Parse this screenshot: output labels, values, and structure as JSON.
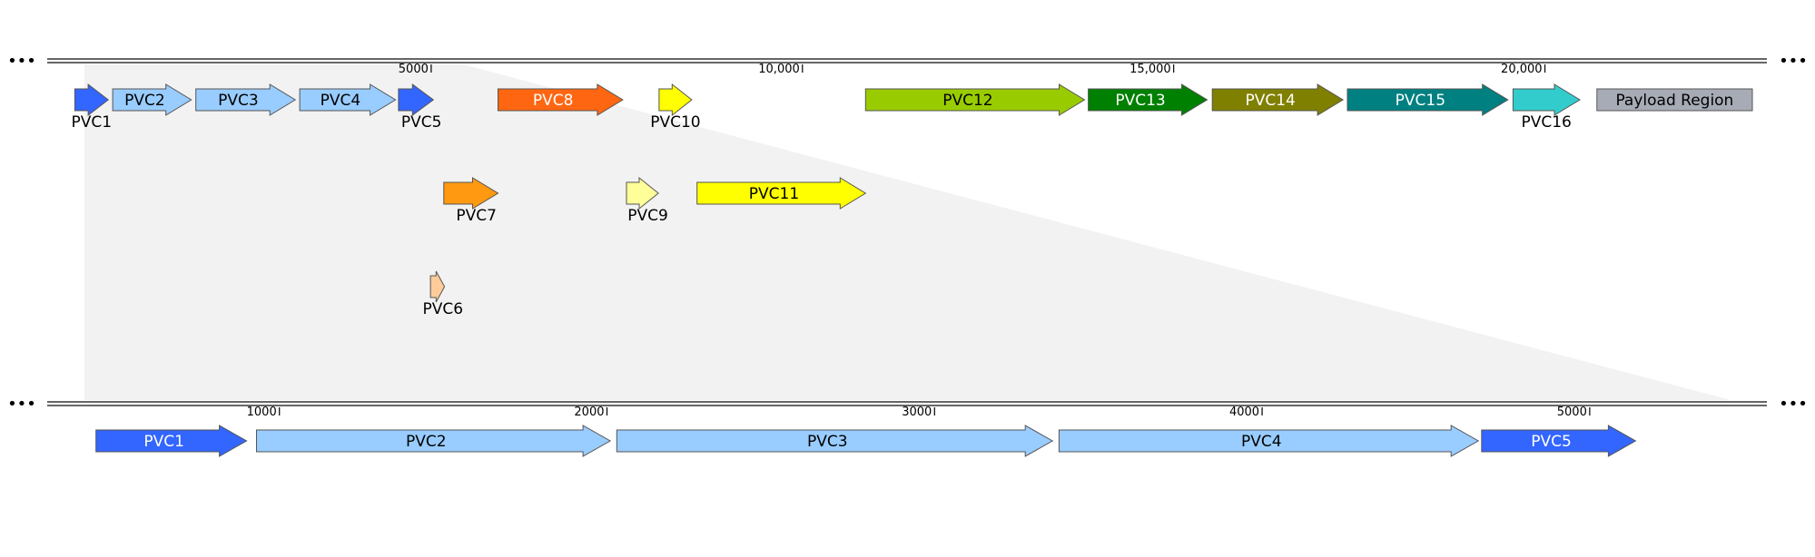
{
  "colors": {
    "track_line": "#333333",
    "zoom_fill": "#f2f2f2",
    "arrow_stroke": "#555555"
  },
  "top_track": {
    "ellipsis_left": "•••",
    "ellipsis_right": "•••",
    "scale": {
      "start": 0,
      "end": 22500
    },
    "ticks": [
      {
        "pos": 5000,
        "label": "5000"
      },
      {
        "pos": 10000,
        "label": "10,000"
      },
      {
        "pos": 15000,
        "label": "15,000"
      },
      {
        "pos": 20000,
        "label": "20,000"
      }
    ],
    "features": [
      {
        "id": "pvc1-top",
        "label": "PVC1",
        "start": 200,
        "end": 650,
        "row": 0,
        "label_pos": "below",
        "color": "#3366ff",
        "text_color": "#000000",
        "shape": "arrow"
      },
      {
        "id": "pvc2-top",
        "label": "PVC2",
        "start": 710,
        "end": 1770,
        "row": 0,
        "label_pos": "inside",
        "color": "#99ccff",
        "text_color": "#000000",
        "shape": "arrow"
      },
      {
        "id": "pvc3-top",
        "label": "PVC3",
        "start": 1830,
        "end": 3170,
        "row": 0,
        "label_pos": "inside",
        "color": "#99ccff",
        "text_color": "#000000",
        "shape": "arrow"
      },
      {
        "id": "pvc4-top",
        "label": "PVC4",
        "start": 3230,
        "end": 4520,
        "row": 0,
        "label_pos": "inside",
        "color": "#99ccff",
        "text_color": "#000000",
        "shape": "arrow"
      },
      {
        "id": "pvc5-top",
        "label": "PVC5",
        "start": 4560,
        "end": 5030,
        "row": 0,
        "label_pos": "below",
        "color": "#3366ff",
        "text_color": "#000000",
        "shape": "arrow"
      },
      {
        "id": "pvc6",
        "label": "PVC6",
        "start": 4990,
        "end": 5180,
        "row": 2,
        "label_pos": "below",
        "color": "#ffcc99",
        "text_color": "#000000",
        "shape": "arrow"
      },
      {
        "id": "pvc7",
        "label": "PVC7",
        "start": 5170,
        "end": 5900,
        "row": 1,
        "label_pos": "below",
        "color": "#ff9911",
        "text_color": "#000000",
        "shape": "arrow"
      },
      {
        "id": "pvc8",
        "label": "PVC8",
        "start": 5900,
        "end": 7580,
        "row": 0,
        "label_pos": "inside",
        "color": "#ff6611",
        "text_color": "#ffffff",
        "shape": "arrow"
      },
      {
        "id": "pvc9",
        "label": "PVC9",
        "start": 7630,
        "end": 8060,
        "row": 1,
        "label_pos": "below",
        "color": "#ffff99",
        "text_color": "#000000",
        "shape": "arrow"
      },
      {
        "id": "pvc10",
        "label": "PVC10",
        "start": 8070,
        "end": 8510,
        "row": 0,
        "label_pos": "below",
        "color": "#ffff00",
        "text_color": "#000000",
        "shape": "arrow"
      },
      {
        "id": "pvc11",
        "label": "PVC11",
        "start": 8580,
        "end": 10850,
        "row": 1,
        "label_pos": "inside",
        "color": "#ffff00",
        "text_color": "#000000",
        "shape": "arrow"
      },
      {
        "id": "pvc12",
        "label": "PVC12",
        "start": 10850,
        "end": 13800,
        "row": 0,
        "label_pos": "inside",
        "color": "#99cc00",
        "text_color": "#000000",
        "shape": "arrow"
      },
      {
        "id": "pvc13",
        "label": "PVC13",
        "start": 13850,
        "end": 15450,
        "row": 0,
        "label_pos": "inside",
        "color": "#008000",
        "text_color": "#ffffff",
        "shape": "arrow"
      },
      {
        "id": "pvc14",
        "label": "PVC14",
        "start": 15520,
        "end": 17280,
        "row": 0,
        "label_pos": "inside",
        "color": "#808000",
        "text_color": "#ffffff",
        "shape": "arrow"
      },
      {
        "id": "pvc15",
        "label": "PVC15",
        "start": 17340,
        "end": 19500,
        "row": 0,
        "label_pos": "inside",
        "color": "#008080",
        "text_color": "#ffffff",
        "shape": "arrow"
      },
      {
        "id": "pvc16",
        "label": "PVC16",
        "start": 19570,
        "end": 20470,
        "row": 0,
        "label_pos": "below",
        "color": "#33cccc",
        "text_color": "#000000",
        "shape": "arrow"
      },
      {
        "id": "payload-region",
        "label": "Payload Region",
        "start": 20700,
        "end": 23700,
        "row": 0,
        "label_pos": "inside",
        "color": "#a6abb5",
        "text_color": "#000000",
        "shape": "box"
      }
    ]
  },
  "bottom_track": {
    "ellipsis_left": "•••",
    "ellipsis_right": "•••",
    "scale": {
      "start": 330,
      "end": 5430
    },
    "ticks": [
      {
        "pos": 1000,
        "label": "1000"
      },
      {
        "pos": 2000,
        "label": "2000"
      },
      {
        "pos": 3000,
        "label": "3000"
      },
      {
        "pos": 4000,
        "label": "4000"
      },
      {
        "pos": 5000,
        "label": "5000"
      }
    ],
    "features": [
      {
        "id": "pvc1-bottom",
        "label": "PVC1",
        "start": 440,
        "end": 900,
        "color": "#3366ff",
        "text_color": "#ffffff"
      },
      {
        "id": "pvc2-bottom",
        "label": "PVC2",
        "start": 930,
        "end": 2010,
        "color": "#99ccff",
        "text_color": "#000000"
      },
      {
        "id": "pvc3-bottom",
        "label": "PVC3",
        "start": 2030,
        "end": 3360,
        "color": "#99ccff",
        "text_color": "#000000"
      },
      {
        "id": "pvc4-bottom",
        "label": "PVC4",
        "start": 3380,
        "end": 4660,
        "color": "#99ccff",
        "text_color": "#000000"
      },
      {
        "id": "pvc5-bottom",
        "label": "PVC5",
        "start": 4670,
        "end": 5140,
        "color": "#3366ff",
        "text_color": "#ffffff"
      }
    ]
  }
}
